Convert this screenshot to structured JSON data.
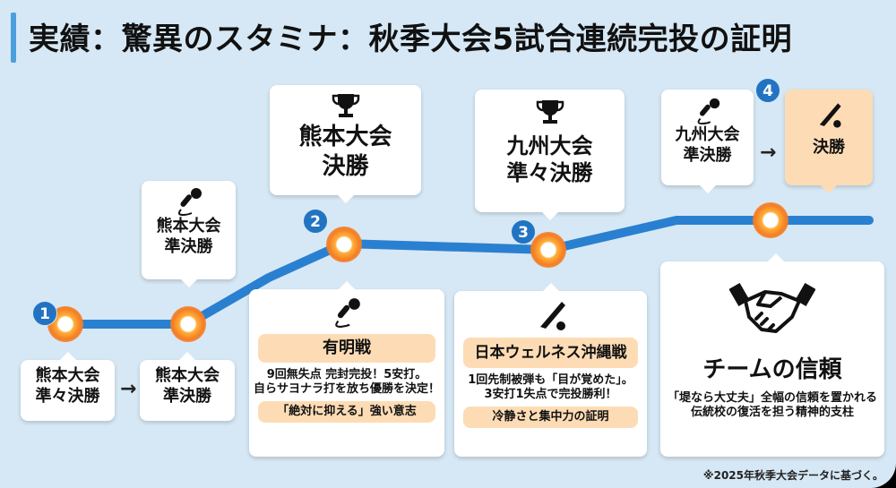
{
  "title": "実績：驚異のスタミナ：秋季大会5試合連続完投の証明",
  "colors": {
    "background": "#d6e8f5",
    "line": "#2a80d0",
    "node": "#f57e25",
    "badge": "#2274c3",
    "accent_bar": "#4a9fdc",
    "highlight": "#fddcb5"
  },
  "steps": [
    {
      "badge": "1"
    },
    {
      "badge": "2"
    },
    {
      "badge": "3"
    },
    {
      "badge": "4"
    }
  ],
  "cards": {
    "kumamoto_qf": {
      "line1": "熊本大会",
      "line2": "準々決勝"
    },
    "kumamoto_sf_bottom": {
      "line1": "熊本大会",
      "line2": "準決勝"
    },
    "kumamoto_sf_top": {
      "icon": "microphone-icon",
      "line1": "熊本大会",
      "line2": "準決勝"
    },
    "kumamoto_final": {
      "icon": "trophy-icon",
      "line1": "熊本大会",
      "line2": "決勝"
    },
    "kyushu_qf": {
      "icon": "trophy-icon",
      "line1": "九州大会",
      "line2": "準々決勝"
    },
    "kyushu_sf": {
      "icon": "microphone-icon",
      "line1": "九州大会",
      "line2": "準決勝"
    },
    "kyushu_final": {
      "icon": "baseball-bat-icon",
      "line1": "決勝"
    },
    "ariake": {
      "icon": "microphone-icon",
      "heading": "有明戦",
      "desc1": "9回無失点 完封完投！5安打。",
      "desc2": "自らサヨナラ打を放ち優勝を決定！",
      "tag": "「絶対に抑える」強い意志"
    },
    "okinawa": {
      "icon": "baseball-bat-icon",
      "heading": "日本ウェルネス沖縄戦",
      "desc1": "1回先制被弾も「目が覚めた」。",
      "desc2": "3安打1失点で完投勝利！",
      "tag": "冷静さと集中力の証明"
    },
    "trust": {
      "icon": "handshake-icon",
      "heading": "チームの信頼",
      "desc1": "「堤なら大丈夫」全幅の信頼を置かれる",
      "desc2": "伝統校の復活を担う精神的支柱"
    }
  },
  "arrow_glyph": "→",
  "footnote": "※2025年秋季大会データに基づく。"
}
